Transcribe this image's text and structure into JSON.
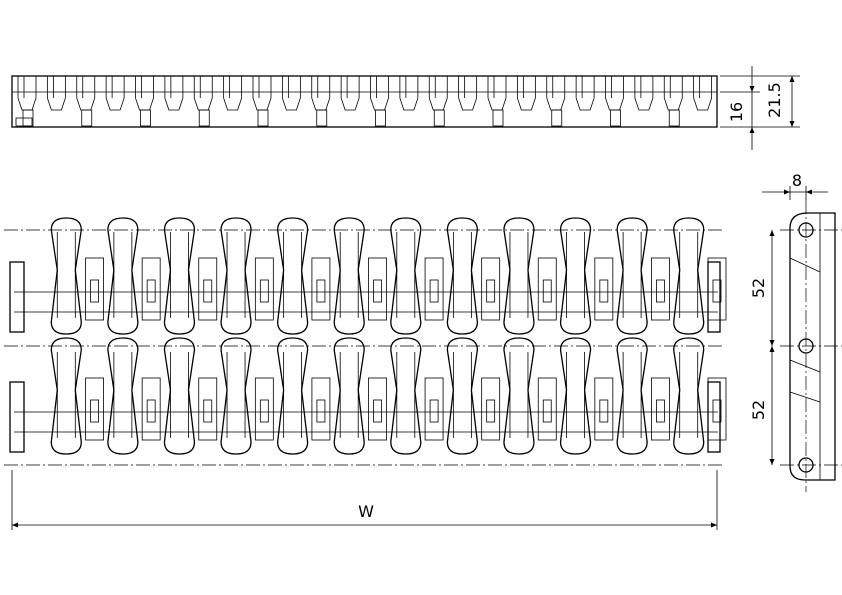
{
  "drawing": {
    "dimensions": {
      "height_inner": "16",
      "height_total": "21.5",
      "pin_offset": "8",
      "pitch_upper": "52",
      "pitch_lower": "52",
      "width": "W"
    },
    "module_count": 12,
    "colors": {
      "line": "#000000",
      "background": "#ffffff"
    }
  }
}
